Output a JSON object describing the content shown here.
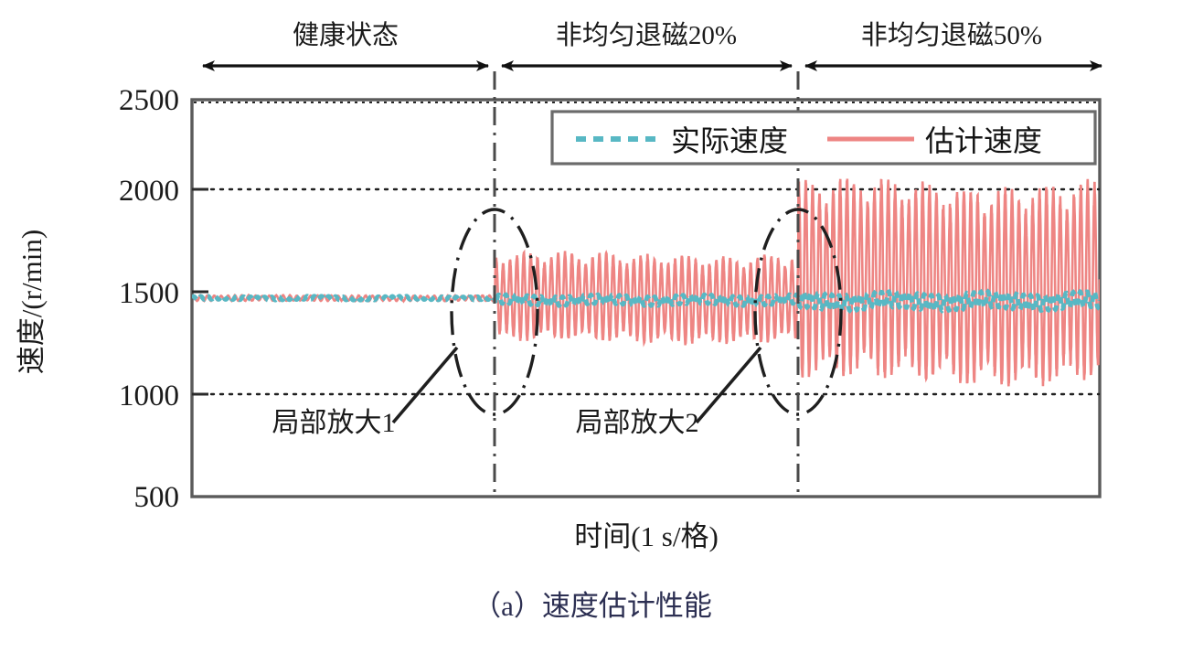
{
  "figure": {
    "caption": "（a）速度估计性能"
  },
  "chart_data": {
    "type": "line",
    "title": "",
    "xlabel": "时间(1 s/格)",
    "ylabel": "速度/(r/min)",
    "ylim": [
      500,
      2500
    ],
    "yticks": [
      2500,
      2000,
      1500,
      1000,
      500
    ],
    "ytick_labels": [
      "2500",
      "2000",
      "1500",
      "1000",
      "500"
    ],
    "gridlines_y": [
      2000,
      1000
    ],
    "grid": "horizontal-dotted",
    "xticks": [],
    "xtick_labels": [],
    "legend_position": "top-right-inside",
    "series": [
      {
        "name": "实际速度",
        "color": "#58B8C4",
        "style": "dashed",
        "description": "参考/实际转速，全程保持在约1500 r/min，随故障加重出现轻微脉动",
        "segments": [
          {
            "region": "健康状态",
            "mean": 1500,
            "ripple_amplitude": 8
          },
          {
            "region": "非均匀退磁20%",
            "mean": 1490,
            "ripple_amplitude": 22
          },
          {
            "region": "非均匀退磁50%",
            "mean": 1485,
            "ripple_amplitude": 38
          }
        ]
      },
      {
        "name": "估计速度",
        "color": "#EE8583",
        "style": "solid",
        "description": "观测器估计转速，随退磁程度加深振荡幅值显著增大",
        "segments": [
          {
            "region": "健康状态",
            "mean": 1500,
            "oscillation_amplitude": 12
          },
          {
            "region": "非均匀退磁20%",
            "mean": 1500,
            "oscillation_amplitude": 190
          },
          {
            "region": "非均匀退磁50%",
            "mean": 1580,
            "oscillation_amplitude": 430
          }
        ]
      }
    ],
    "regions": [
      {
        "label": "健康状态",
        "x_start": 0.0,
        "x_end": 0.334
      },
      {
        "label": "非均匀退磁20%",
        "x_start": 0.334,
        "x_end": 0.668
      },
      {
        "label": "非均匀退磁50%",
        "x_start": 0.668,
        "x_end": 1.0
      }
    ],
    "annotations": [
      {
        "label": "局部放大1",
        "marker": "ellipse-callout",
        "target_region_boundary": 1
      },
      {
        "label": "局部放大2",
        "marker": "ellipse-callout",
        "target_region_boundary": 2
      }
    ]
  },
  "legend": {
    "items": [
      {
        "label": "实际速度",
        "color": "#58B8C4",
        "style": "dashed"
      },
      {
        "label": "估计速度",
        "color": "#EE8583",
        "style": "solid"
      }
    ]
  },
  "colors": {
    "actual_speed": "#58B8C4",
    "estimated_speed": "#EE8583",
    "axis": "#3a3a3a",
    "caption": "#2c2f52",
    "grid": "#1a1a1a"
  }
}
